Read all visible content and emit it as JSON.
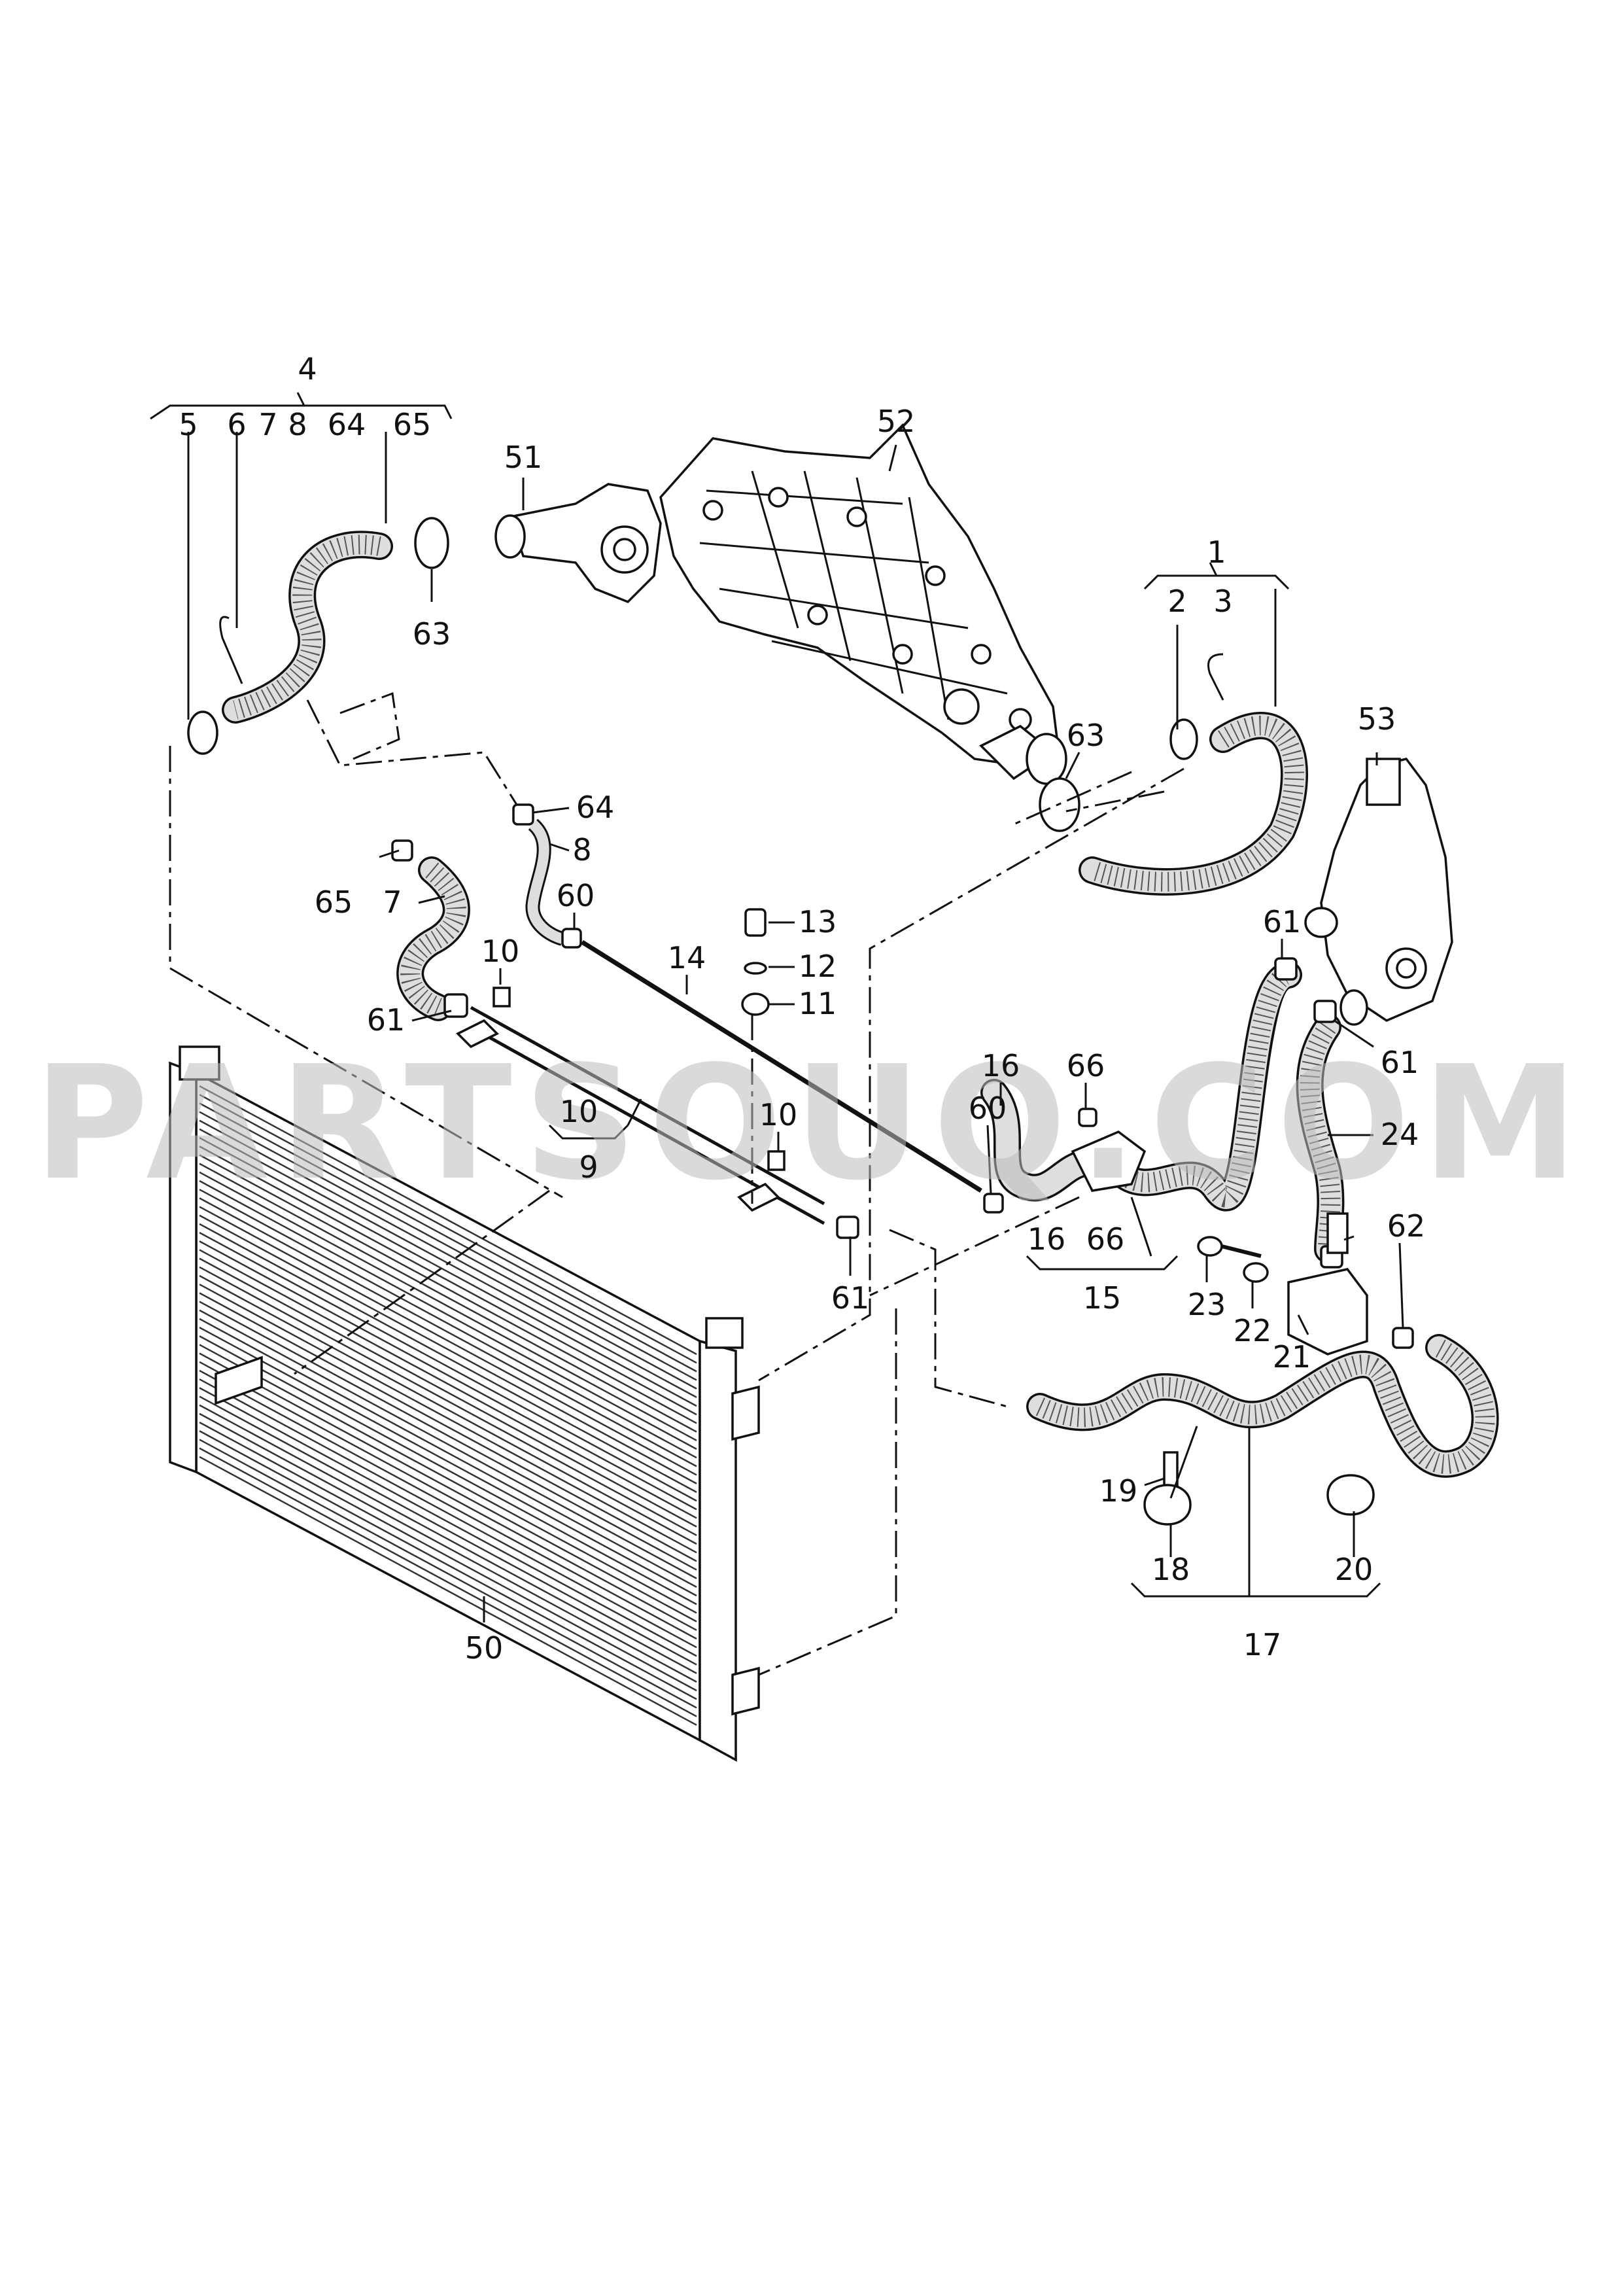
{
  "watermark": "PARTSOUQ.COM",
  "callouts": {
    "n1": "1",
    "n2": "2",
    "n3": "3",
    "n4": "4",
    "n5": "5",
    "n6": "6",
    "n7": "7",
    "n8": "8",
    "n64": "64",
    "n65": "65",
    "n52": "52",
    "n51": "51",
    "n63a": "63",
    "n63b": "63",
    "n53": "53",
    "n64b": "64",
    "n8b": "8",
    "n65b": "65",
    "n7b": "7",
    "n60a": "60",
    "n13": "13",
    "n12": "12",
    "n11": "11",
    "n14": "14",
    "n10a": "10",
    "n61a": "61",
    "n61b": "61",
    "n61c": "61",
    "n61d": "61",
    "n10b": "10",
    "n9": "9",
    "n10c": "10",
    "n60b": "60",
    "n16a": "16",
    "n66a": "66",
    "n24": "24",
    "n16b": "16",
    "n66b": "66",
    "n15": "15",
    "n62": "62",
    "n23": "23",
    "n22": "22",
    "n21": "21",
    "n19": "19",
    "n18": "18",
    "n20": "20",
    "n17": "17",
    "n50": "50"
  }
}
